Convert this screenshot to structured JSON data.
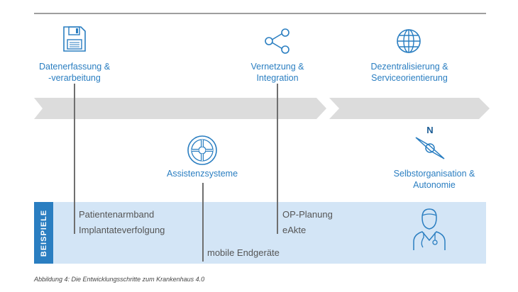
{
  "stages_top": [
    {
      "label": "Datenerfassung &\n-verarbeitung",
      "icon": "floppy-disk-icon"
    },
    {
      "label": "Vernetzung &\nIntegration",
      "icon": "share-network-icon"
    },
    {
      "label": "Dezentralisierung &\nServiceorientierung",
      "icon": "globe-icon"
    }
  ],
  "stages_bottom": [
    {
      "label": "Assistenzsysteme",
      "icon": "steering-wheel-icon"
    },
    {
      "label": "Selbstorganisation &\nAutonomie",
      "icon": "compass-icon",
      "compass_letter": "N"
    }
  ],
  "examples": {
    "tab_label": "BEISPIELE",
    "left_items": [
      "Patientenarmband",
      "Implantateverfolgung"
    ],
    "middle_items": [
      "OP-Planung",
      "eAkte"
    ],
    "bottom_item": "mobile Endgeräte",
    "icon": "doctor-icon"
  },
  "caption": "Abbildung 4: Die Entwicklungsschritte zum Krankenhaus 4.0",
  "colors": {
    "accent": "#2a7ec1",
    "arrow": "#dcdcdc",
    "box": "#d3e5f6",
    "line": "#6f6f6f"
  }
}
